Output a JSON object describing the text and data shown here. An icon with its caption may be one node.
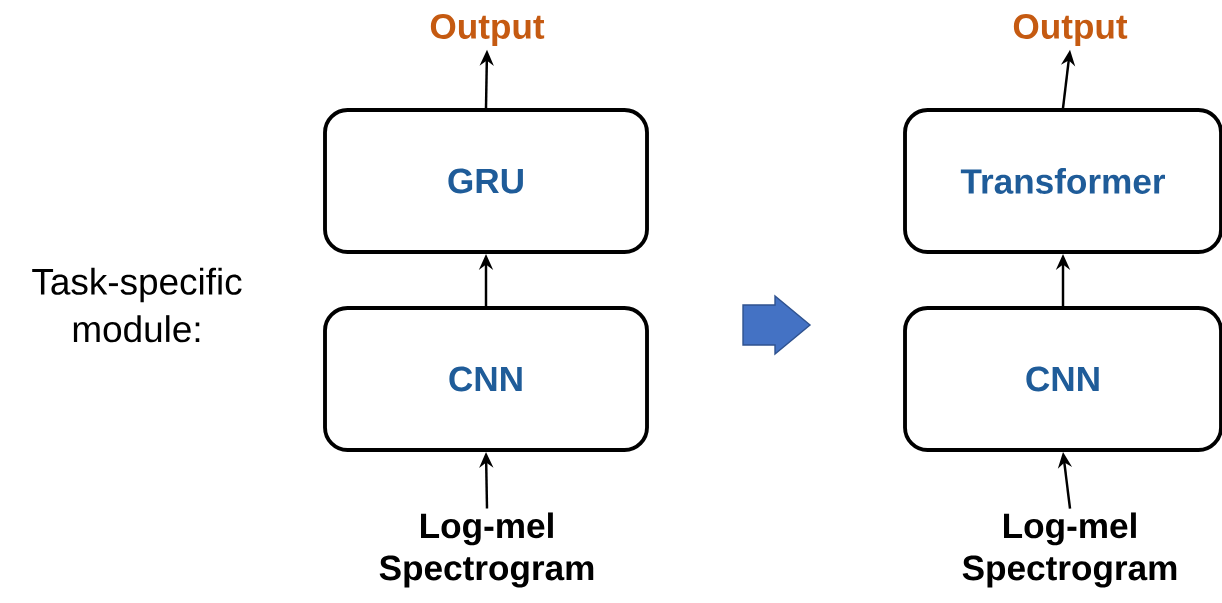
{
  "diagram": {
    "nodes": [
      {
        "text": [
          "Output"
        ]
      },
      {
        "text": [
          "GRU"
        ]
      },
      {
        "text": [
          "CNN"
        ]
      },
      {
        "text": [
          "Log-mel Spectrogram"
        ]
      },
      {
        "text": [
          "Output"
        ]
      },
      {
        "text": [
          "Transformer"
        ]
      },
      {
        "text": [
          "CNN"
        ]
      },
      {
        "text": [
          "Log-mel Spectrogram"
        ]
      }
    ],
    "edges": [
      {
        "from": 3,
        "to": 2,
        "arrow": "to"
      },
      {
        "from": 2,
        "to": 1,
        "arrow": "to"
      },
      {
        "from": 1,
        "to": 0,
        "arrow": "to"
      },
      {
        "from": 7,
        "to": 6,
        "arrow": "to"
      },
      {
        "from": 6,
        "to": 5,
        "arrow": "to"
      },
      {
        "from": 5,
        "to": 4,
        "arrow": "to"
      }
    ],
    "labels": [
      "Task-specific module:"
    ]
  }
}
